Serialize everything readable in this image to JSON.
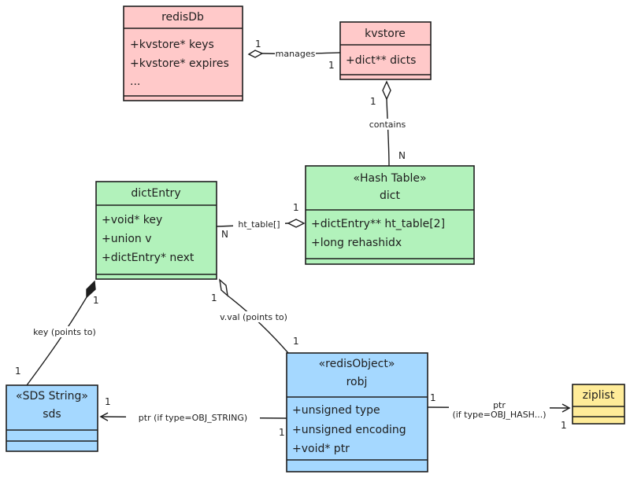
{
  "colors": {
    "red_box": "#ffc9c9",
    "green_box": "#b2f2bb",
    "blue_box": "#a5d8ff",
    "yellow_box": "#ffec99",
    "stroke": "#1e1e1e"
  },
  "classes": {
    "redisdb": {
      "name": "redisDb",
      "attributes": [
        "+kvstore* keys",
        "+kvstore* expires",
        "..."
      ]
    },
    "kvstore": {
      "name": "kvstore",
      "attributes": [
        "+dict** dicts"
      ]
    },
    "dict": {
      "stereotype": "«Hash Table»",
      "name": "dict",
      "attributes": [
        "+dictEntry** ht_table[2]",
        "+long rehashidx"
      ]
    },
    "dictentry": {
      "name": "dictEntry",
      "attributes": [
        "+void* key",
        "+union v",
        "+dictEntry* next"
      ]
    },
    "sds": {
      "stereotype": "«SDS String»",
      "name": "sds",
      "attributes": []
    },
    "robj": {
      "stereotype": "«redisObject»",
      "name": "robj",
      "attributes": [
        "+unsigned type",
        "+unsigned encoding",
        "+void* ptr"
      ]
    },
    "ziplist": {
      "name": "ziplist",
      "attributes": []
    }
  },
  "relations": {
    "manages": {
      "label": "manages",
      "m_source": "1",
      "m_target": "1"
    },
    "contains": {
      "label": "contains",
      "m_source": "1",
      "m_target": "N"
    },
    "ht_table": {
      "label": "ht_table[]",
      "m_source": "1",
      "m_target": "N"
    },
    "key": {
      "label": "key (points to)",
      "m_source": "1",
      "m_target": "1"
    },
    "vval": {
      "label": "v.val (points to)",
      "m_source": "1",
      "m_target": "1"
    },
    "ptr_string": {
      "label": "ptr (if type=OBJ_STRING)",
      "m_source": "1",
      "m_target": "1"
    },
    "ptr_hash": {
      "label_line1": "ptr",
      "label_line2": "(if type=OBJ_HASH...)",
      "m_source": "1",
      "m_target": "1"
    }
  }
}
